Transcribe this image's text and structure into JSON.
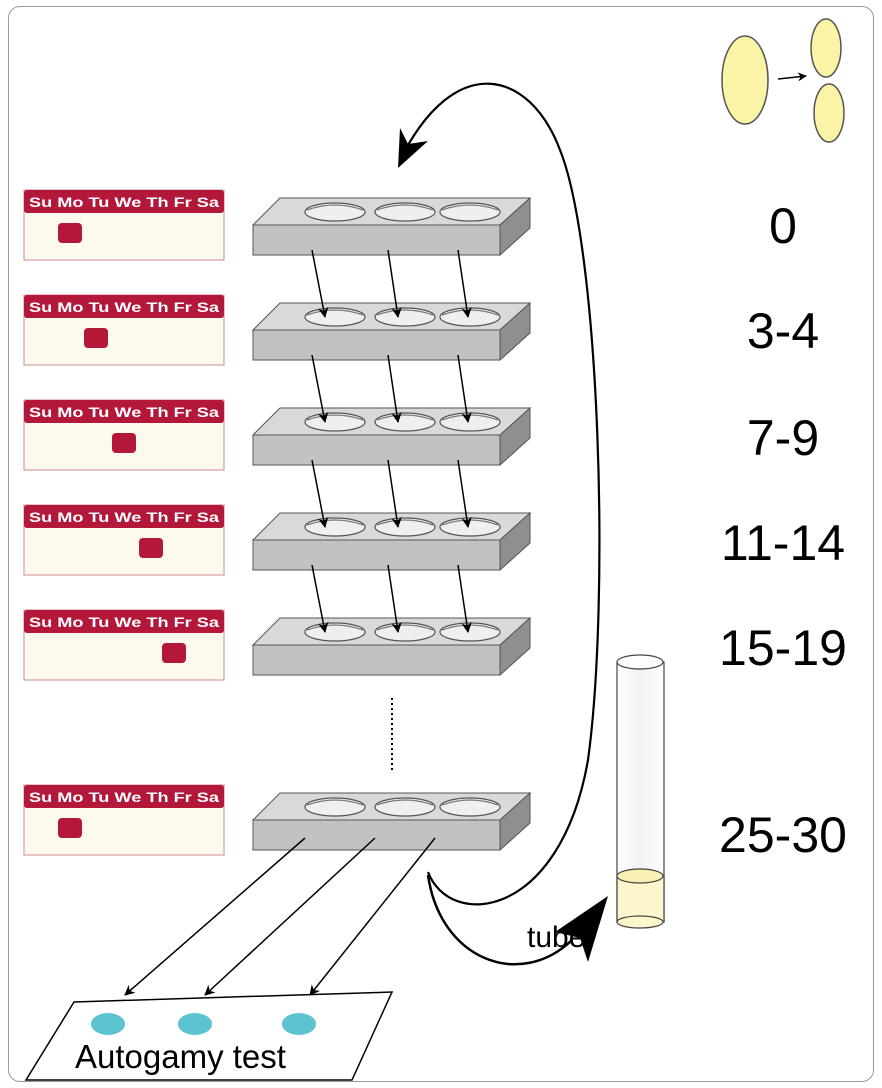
{
  "calendar_day_header": "Su Mo Tu We Th Fr Sa",
  "time_labels": [
    "0",
    "3-4",
    "7-9",
    "11-14",
    "15-19",
    "25-30"
  ],
  "calendars": [
    {
      "marked_day": "Mo"
    },
    {
      "marked_day": "Tu"
    },
    {
      "marked_day": "We"
    },
    {
      "marked_day": "Th"
    },
    {
      "marked_day": "Fr"
    },
    {
      "marked_day": "Mo"
    }
  ],
  "labels": {
    "tube": "tube",
    "autogamy_test": "Autogamy test"
  },
  "colors": {
    "calendar_red": "#b3173a",
    "calendar_body": "#fdf9ec",
    "cell_yellow": "#fbf3a6",
    "spot_cyan": "#5cc3cf",
    "plate_gray": "#c8c8c8"
  }
}
